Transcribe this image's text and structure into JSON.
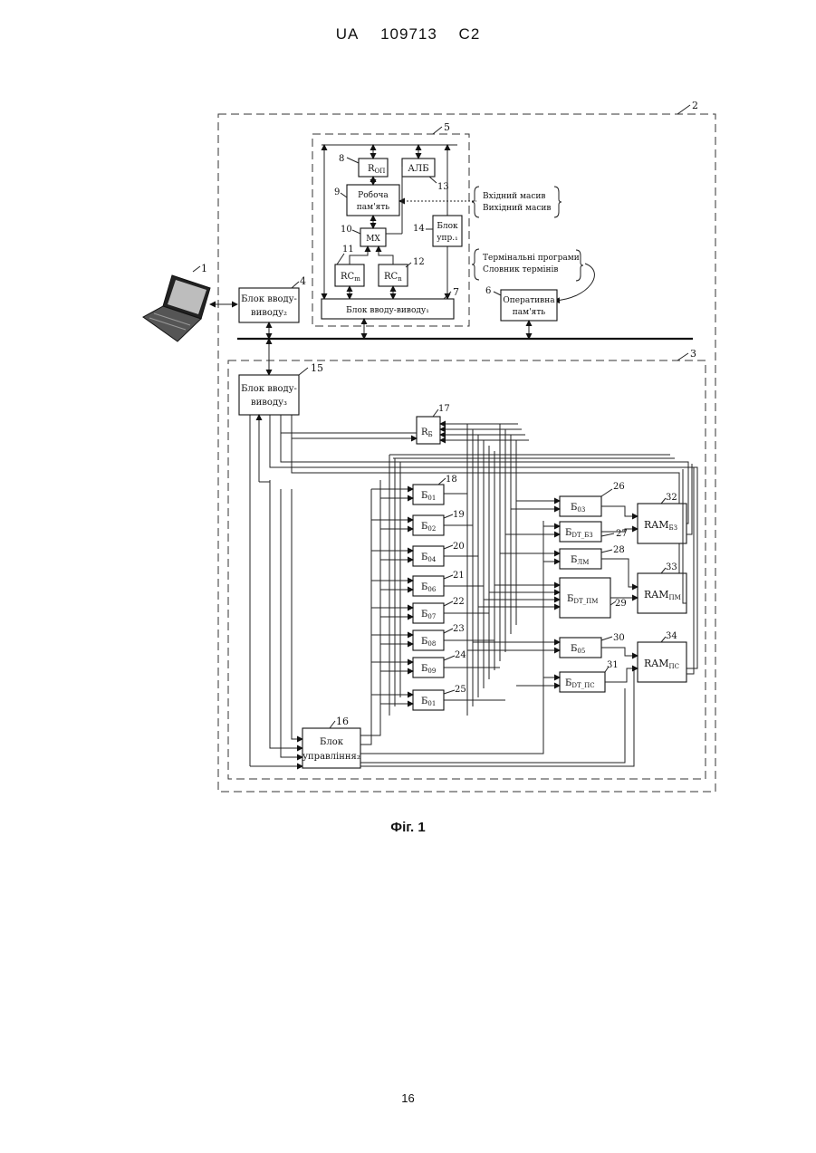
{
  "header": {
    "country": "UA",
    "number": "109713",
    "kind": "C2"
  },
  "figure_caption": "Фіг. 1",
  "page_number": "16",
  "refs": {
    "r1": "1",
    "r2": "2",
    "r3": "3",
    "r4": "4",
    "r5": "5",
    "r6": "6",
    "r7": "7",
    "r8": "8",
    "r9": "9",
    "r10": "10",
    "r11": "11",
    "r12": "12",
    "r13": "13",
    "r14": "14",
    "r15": "15",
    "r16": "16",
    "r17": "17",
    "r18": "18",
    "r19": "19",
    "r20": "20",
    "r21": "21",
    "r22": "22",
    "r23": "23",
    "r24": "24",
    "r25": "25",
    "r26": "26",
    "r27": "27",
    "r28": "28",
    "r29": "29",
    "r30": "30",
    "r31": "31",
    "r32": "32",
    "r33": "33",
    "r34": "34"
  },
  "labels": {
    "b4_l1": "Блок вводу-",
    "b4_l2": "виводу₂",
    "b15_l1": "Блок вводу-",
    "b15_l2": "виводу₃",
    "b7": "Блок вводу-виводу₁",
    "b6_l1": "Оперативна",
    "b6_l2": "пам'ять",
    "b8": "R",
    "b8_sub": "ОП",
    "alb": "АЛБ",
    "b9_l1": "Робоча",
    "b9_l2": "пам'ять",
    "mx": "MX",
    "rcm": "RC",
    "rcm_sub": "m",
    "rcn": "RC",
    "rcn_sub": "n",
    "b14_l1": "Блок",
    "b14_l2": "упр.₁",
    "in_l1": "Вхідний масив",
    "in_l2": "Вихідний масив",
    "term_l1": "Термінальні програми",
    "term_l2": "Словник термінів",
    "b16_l1": "Блок",
    "b16_l2": "управління₂",
    "b17": "R",
    "b17_sub": "Б",
    "b18": "Б",
    "b18_sub": "01",
    "b19": "Б",
    "b19_sub": "02",
    "b20": "Б",
    "b20_sub": "04",
    "b21": "Б",
    "b21_sub": "06",
    "b22": "Б",
    "b22_sub": "07",
    "b23": "Б",
    "b23_sub": "08",
    "b24": "Б",
    "b24_sub": "09",
    "b25": "Б",
    "b25_sub": "01",
    "b26": "Б",
    "b26_sub": "03",
    "b27": "Б",
    "b27_sub": "DT_БЗ",
    "b28": "Б",
    "b28_sub": "ЛМ",
    "b29": "Б",
    "b29_sub": "DT_ПМ",
    "b30": "Б",
    "b30_sub": "05",
    "b31": "Б",
    "b31_sub": "DT_ПС",
    "ram32": "RAM",
    "ram32_sub": "БЗ",
    "ram33": "RAM",
    "ram33_sub": "ПМ",
    "ram34": "RAM",
    "ram34_sub": "ПС"
  }
}
